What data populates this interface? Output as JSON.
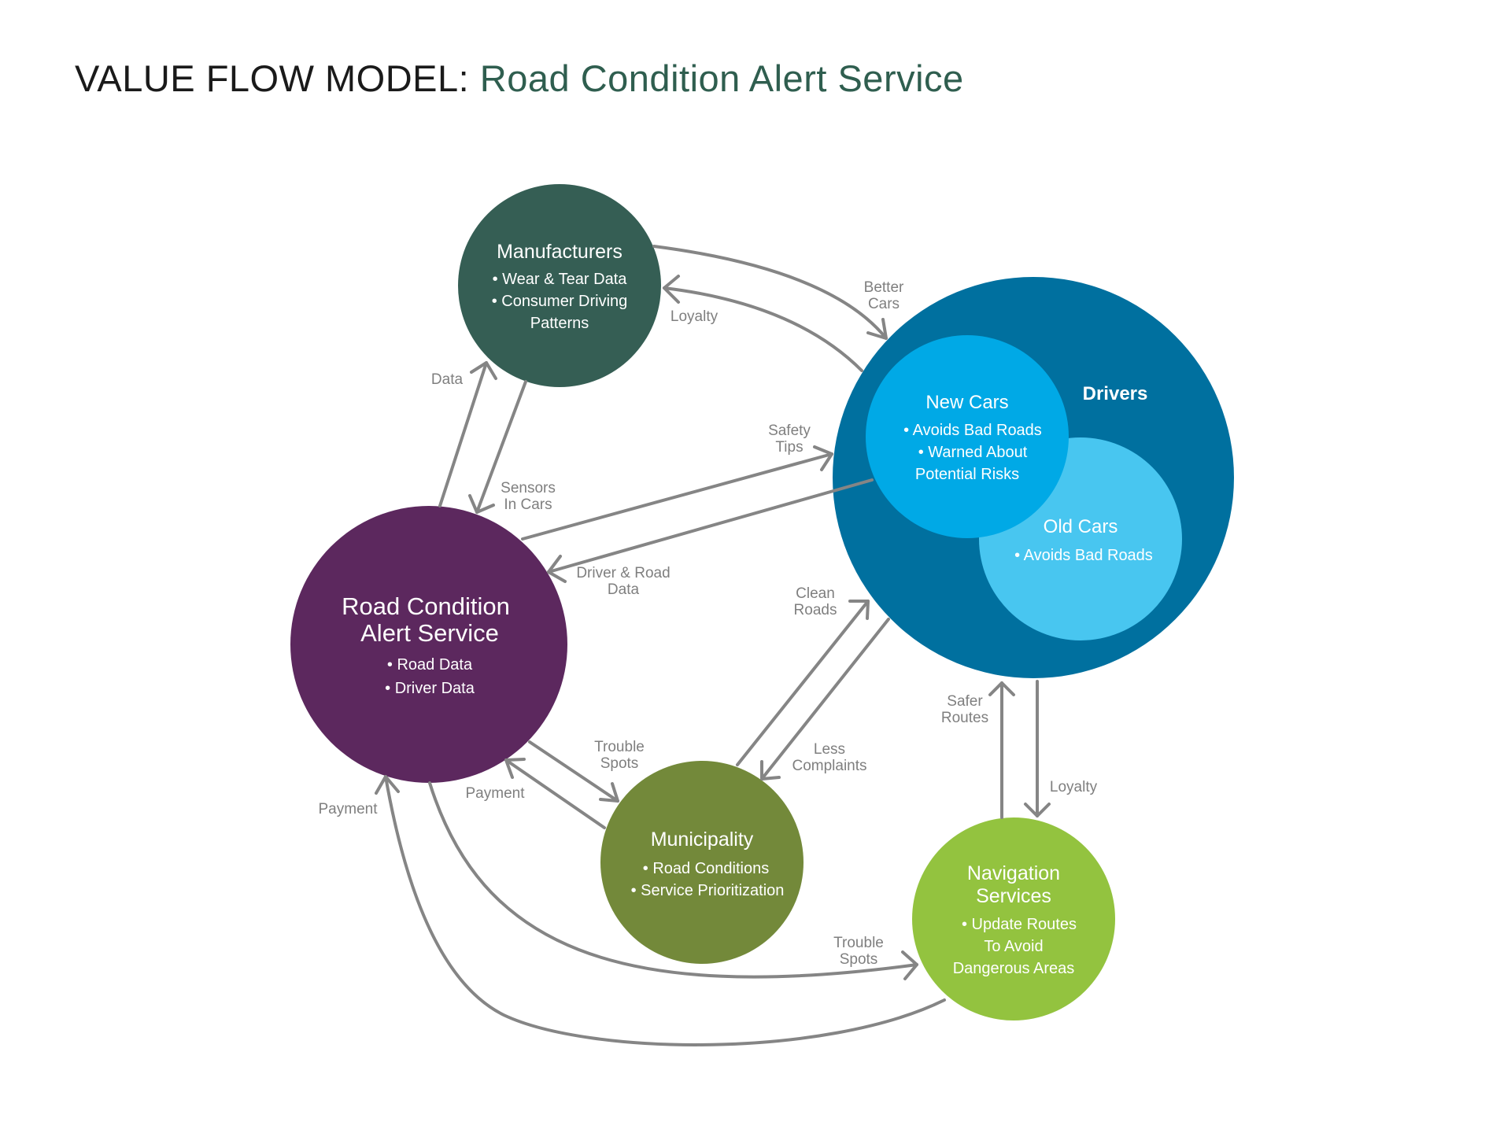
{
  "header": {
    "lead": "VALUE FLOW MODEL:",
    "accent": "Road Condition Alert Service"
  },
  "colors": {
    "title_lead": "#1a1a1a",
    "title_accent": "#2f5e4f",
    "arrow": "#858585",
    "arrow_label": "#7f7f7f",
    "manufacturers": "#355e54",
    "rcas": "#5c285e",
    "drivers": "#00709f",
    "new_cars": "#00a9e6",
    "old_cars": "#48c6f0",
    "municipality": "#73893a",
    "navigation": "#93c33f"
  },
  "nodes": {
    "manufacturers": {
      "title": "Manufacturers",
      "bullets": [
        "• Wear & Tear Data",
        "• Consumer Driving",
        "Patterns"
      ]
    },
    "rcas": {
      "title_line1": "Road Condition",
      "title_line2": "Alert Service",
      "bullets": [
        "• Road Data",
        "• Driver Data"
      ]
    },
    "drivers": {
      "title": "Drivers"
    },
    "new_cars": {
      "title": "New Cars",
      "bullets": [
        "• Avoids Bad Roads",
        "• Warned About",
        "Potential Risks"
      ]
    },
    "old_cars": {
      "title": "Old Cars",
      "bullets": [
        "• Avoids Bad Roads"
      ]
    },
    "municipality": {
      "title": "Municipality",
      "bullets": [
        "• Road Conditions",
        "• Service Prioritization"
      ]
    },
    "navigation": {
      "title_line1": "Navigation",
      "title_line2": "Services",
      "bullets": [
        "• Update Routes",
        "To Avoid",
        "Dangerous Areas"
      ]
    }
  },
  "flows": {
    "better_cars": [
      "Better",
      "Cars"
    ],
    "loyalty_manufacturers": [
      "Loyalty"
    ],
    "data": [
      "Data"
    ],
    "sensors_in_cars": [
      "Sensors",
      "In Cars"
    ],
    "safety_tips": [
      "Safety",
      "Tips"
    ],
    "driver_road_data": [
      "Driver & Road",
      "Data"
    ],
    "clean_roads": [
      "Clean",
      "Roads"
    ],
    "less_complaints": [
      "Less",
      "Complaints"
    ],
    "safer_routes": [
      "Safer",
      "Routes"
    ],
    "loyalty_navigation": [
      "Loyalty"
    ],
    "trouble_spots_municipality": [
      "Trouble",
      "Spots"
    ],
    "payment_municipality": [
      "Payment"
    ],
    "payment_navigation": [
      "Payment"
    ],
    "trouble_spots_navigation": [
      "Trouble",
      "Spots"
    ]
  }
}
